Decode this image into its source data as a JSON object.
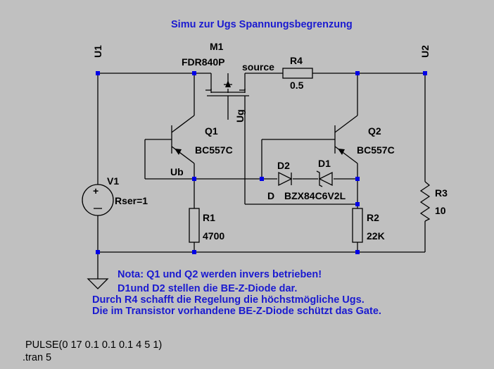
{
  "title": "Simu zur Ugs Spannungsbegrenzung",
  "nets": {
    "u1": "U1",
    "u2": "U2",
    "ug": "Ug",
    "ub": "Ub",
    "source": "source",
    "d": "D"
  },
  "components": {
    "m1": {
      "ref": "M1",
      "value": "FDR840P"
    },
    "r4": {
      "ref": "R4",
      "value": "0.5"
    },
    "q1": {
      "ref": "Q1",
      "value": "BC557C"
    },
    "q2": {
      "ref": "Q2",
      "value": "BC557C"
    },
    "d1": {
      "ref": "D1",
      "value": "BZX84C6V2L"
    },
    "d2": {
      "ref": "D2"
    },
    "v1": {
      "ref": "V1",
      "value": "Rser=1"
    },
    "r1": {
      "ref": "R1",
      "value": "4700"
    },
    "r2": {
      "ref": "R2",
      "value": "22K"
    },
    "r3": {
      "ref": "R3",
      "value": "10"
    }
  },
  "notes": [
    "Nota: Q1 und Q2 werden invers betrieben!",
    "D1und D2 stellen die BE-Z-Diode dar.",
    "Durch R4 schafft die Regelung die höchstmögliche Ugs.",
    "Die im Transistor vorhandene BE-Z-Diode schützt das Gate."
  ],
  "directives": [
    "PULSE(0 17 0.1 0.1 0.1 4 5 1)",
    ".tran 5"
  ],
  "colors": {
    "background": "#c0c0c0",
    "wire": "#000000",
    "text_blue": "#1a1ad0",
    "node": "#0000e6"
  }
}
